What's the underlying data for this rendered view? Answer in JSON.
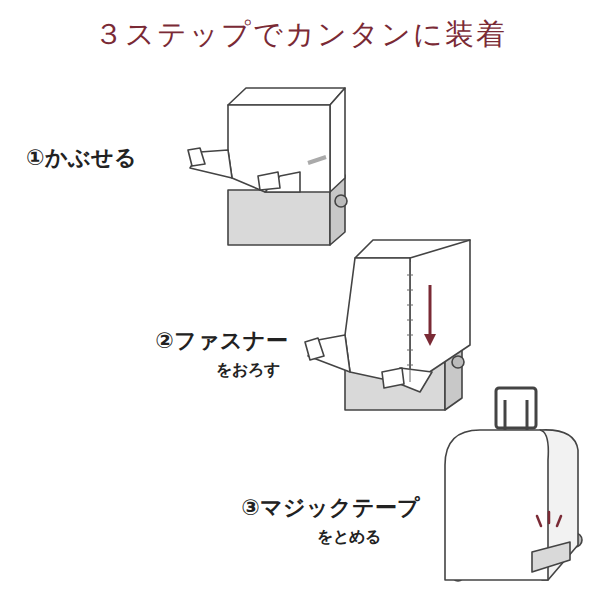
{
  "diagram": {
    "title": "３ステップでカンタンに装着",
    "labels": [
      "①かぶせる",
      "②ファスナー",
      "をおろす",
      "③マジックテープ",
      "をとめる"
    ]
  }
}
